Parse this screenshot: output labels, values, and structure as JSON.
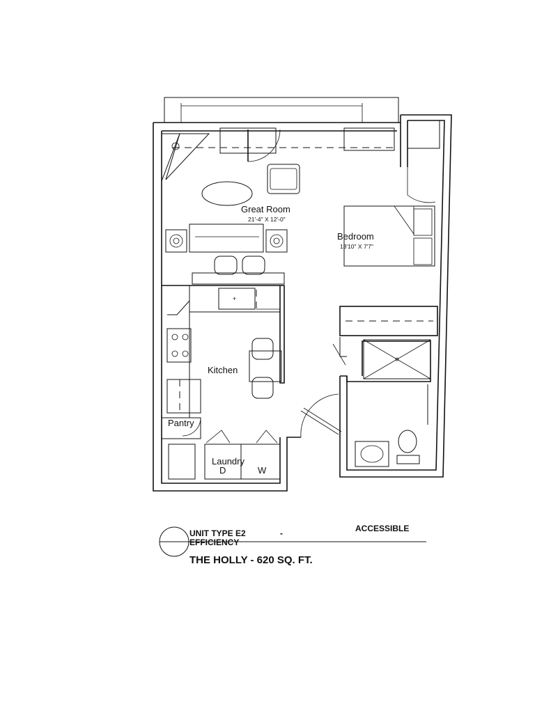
{
  "rooms": {
    "great_room": {
      "name": "Great Room",
      "dims": "21'-4\" X 12'-0\""
    },
    "bedroom": {
      "name": "Bedroom",
      "dims": "13'10\" X 7'7\""
    },
    "kitchen": {
      "name": "Kitchen"
    },
    "pantry": {
      "name": "Pantry"
    },
    "laundry": {
      "name": "Laundry",
      "dryer": "D",
      "washer": "W"
    }
  },
  "title_block": {
    "unit_type": "UNIT TYPE E2",
    "separator": "-",
    "unit_kind": "EFFICIENCY",
    "accessibility": "ACCESSIBLE",
    "plan_name": "THE HOLLY - 620 SQ. FT."
  }
}
